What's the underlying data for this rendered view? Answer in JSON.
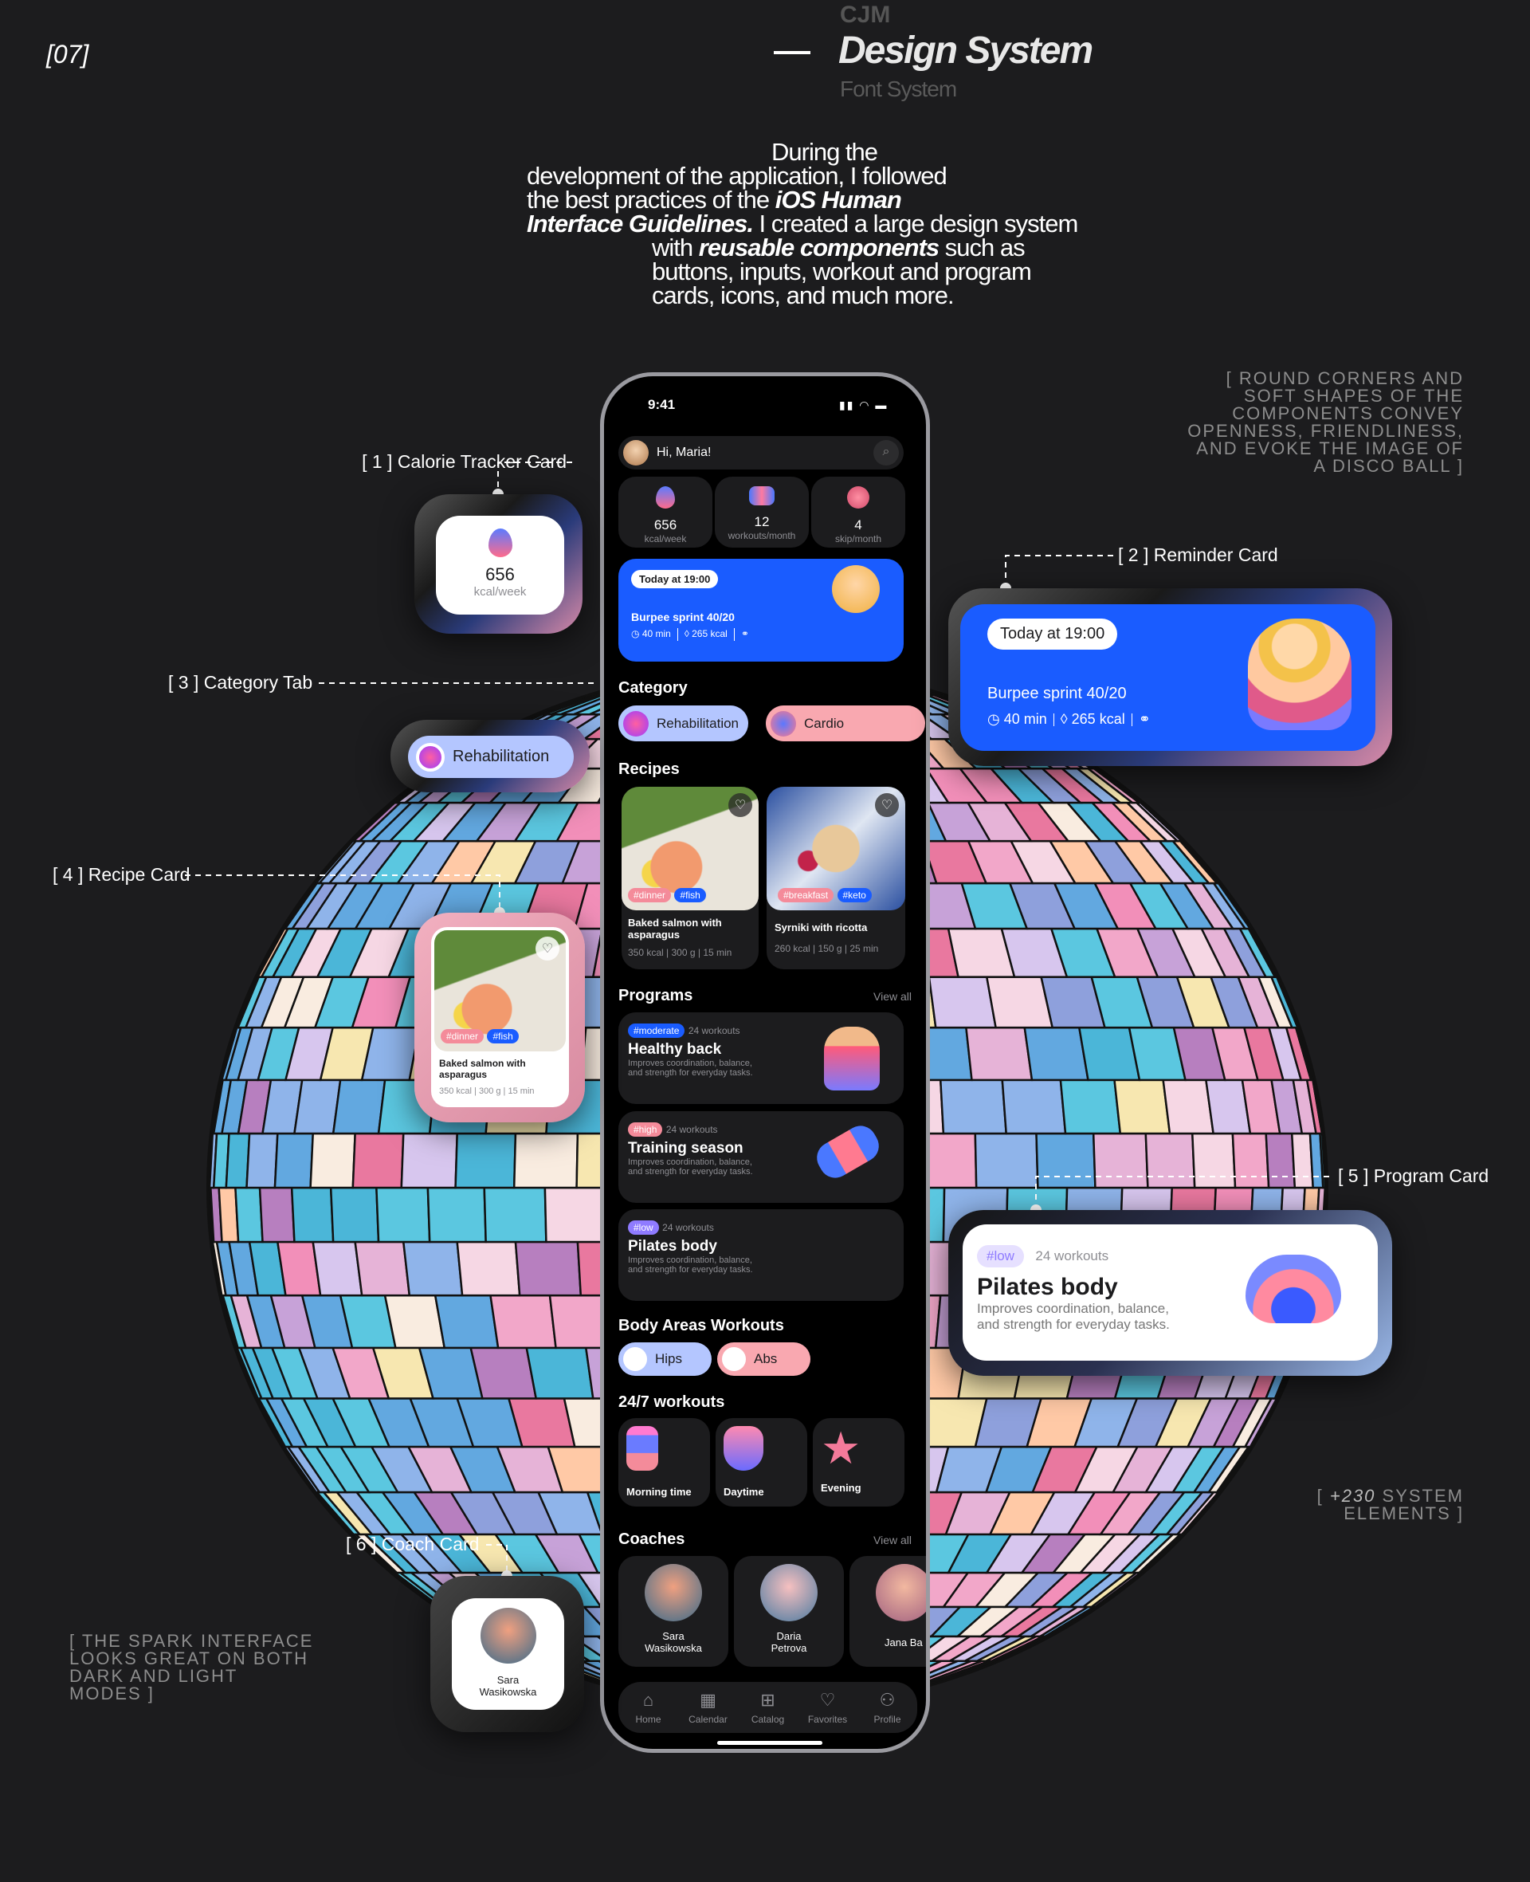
{
  "header": {
    "index": "[07]",
    "nav_prev": "CJM",
    "title": "Design System",
    "nav_next": "Font System"
  },
  "intro": {
    "l1": "During the",
    "l2": "development of the application, I followed",
    "l3a": "the best practices of the ",
    "l3b": "iOS Human",
    "l4a": "Interface Guidelines.",
    "l4b": " I created a large design system",
    "l5a": "with ",
    "l5b": "reusable components",
    "l5c": " such as",
    "l6": "buttons, inputs, workout and program",
    "l7": "cards, icons, and much more."
  },
  "notes": {
    "right_top": [
      "[ ROUND CORNERS AND",
      "SOFT SHAPES OF THE",
      "COMPONENTS CONVEY",
      "OPENNESS, FRIENDLINESS,",
      "AND EVOKE THE IMAGE OF",
      "A DISCO BALL ]"
    ],
    "right_bottom_a": "[ ",
    "right_bottom_b": "+230",
    "right_bottom_c": " SYSTEM",
    "right_bottom_d": "ELEMENTS ]",
    "left_bottom": [
      "[ THE SPARK INTERFACE",
      "LOOKS GREAT ON BOTH",
      "DARK AND LIGHT",
      "MODES ]"
    ]
  },
  "callouts": {
    "c1": "[ 1 ] Calorie Tracker Card",
    "c2": "[ 2 ] Reminder Card",
    "c3": "[ 3 ] Category Tab",
    "c4": "[ 4 ] Recipe Card",
    "c5": "[ 5 ] Program Card",
    "c6": "[ 6 ] Coach Card"
  },
  "phone": {
    "time": "9:41",
    "greeting": "Hi, Maria!",
    "stats": [
      {
        "value": "656",
        "unit": "kcal/week"
      },
      {
        "value": "12",
        "unit": "workouts/month"
      },
      {
        "value": "4",
        "unit": "skip/month"
      }
    ],
    "reminder": {
      "when": "Today at 19:00",
      "title": "Burpee sprint 40/20",
      "duration": "40 min",
      "kcal": "265 kcal"
    },
    "category_title": "Category",
    "categories": [
      "Rehabilitation",
      "Cardio"
    ],
    "recipes_title": "Recipes",
    "recipes": [
      {
        "name": "Baked salmon with asparagus",
        "tags": [
          "#dinner",
          "#fish"
        ],
        "kcal": "350 kcal",
        "weight": "300 g",
        "time": "15 min"
      },
      {
        "name": "Syrniki with ricotta",
        "tags": [
          "#breakfast",
          "#keto"
        ],
        "kcal": "260 kcal",
        "weight": "150 g",
        "time": "25 min"
      }
    ],
    "programs_title": "Programs",
    "view_all": "View all",
    "programs": [
      {
        "level": "#moderate",
        "count": "24 workouts",
        "name": "Healthy back",
        "desc1": "Improves coordination, balance,",
        "desc2": "and strength for everyday tasks."
      },
      {
        "level": "#high",
        "count": "24 workouts",
        "name": "Training season",
        "desc1": "Improves coordination, balance,",
        "desc2": "and strength for everyday tasks."
      },
      {
        "level": "#low",
        "count": "24 workouts",
        "name": "Pilates body",
        "desc1": "Improves coordination, balance,",
        "desc2": "and strength for everyday tasks."
      }
    ],
    "body_title": "Body Areas Workouts",
    "body_areas": [
      "Hips",
      "Abs"
    ],
    "w247_title": "24/7 workouts",
    "w247": [
      "Morning time",
      "Daytime",
      "Evening"
    ],
    "coaches_title": "Coaches",
    "coaches": [
      {
        "first": "Sara",
        "last": "Wasikowska"
      },
      {
        "first": "Daria",
        "last": "Petrova"
      },
      {
        "first": "Jana Ba",
        "last": ""
      }
    ],
    "tabs": [
      "Home",
      "Calendar",
      "Catalog",
      "Favorites",
      "Profile"
    ]
  },
  "colors": {
    "bg": "#1c1c1e",
    "blue": "#1a5cff",
    "pink": "#f48b9a",
    "lavender": "#b4c6ff",
    "violet": "#8f7bff"
  }
}
